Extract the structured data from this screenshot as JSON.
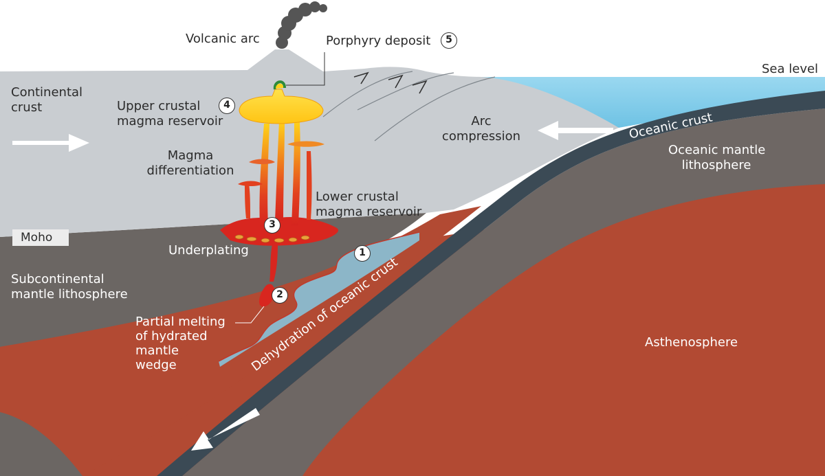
{
  "labels": {
    "volcanic_arc": "Volcanic arc",
    "porphyry_deposit": "Porphyry deposit",
    "sea_level": "Sea level",
    "continental_crust": "Continental\ncrust",
    "upper_crustal_reservoir": "Upper crustal\nmagma reservoir",
    "arc_compression": "Arc\ncompression",
    "oceanic_crust": "Oceanic crust",
    "oceanic_mantle_lithosphere": "Oceanic mantle\nlithosphere",
    "magma_differentiation": "Magma\ndifferentiation",
    "lower_crustal_reservoir": "Lower crustal\nmagma reservoir",
    "moho": "Moho",
    "underplating": "Underplating",
    "subcontinental_mantle_lithosphere": "Subcontinental\nmantle lithosphere",
    "partial_melting": "Partial melting\nof hydrated\nmantle\nwedge",
    "dehydration": "Dehydration of oceanic crust",
    "asthenosphere": "Asthenosphere"
  },
  "steps": {
    "s1": "1",
    "s2": "2",
    "s3": "3",
    "s4": "4",
    "s5": "5"
  },
  "colors": {
    "sky": "#ffffff",
    "sea": "#8fd3ee",
    "continental_crust": "#c9cdd1",
    "mantle_lithosphere": "#6e6764",
    "asthenosphere": "#b24a33",
    "oceanic_crust": "#3b4a55",
    "fluids": "#8cb6c8",
    "magma_red": "#d8261f",
    "magma_yellow": "#ffd21a"
  }
}
